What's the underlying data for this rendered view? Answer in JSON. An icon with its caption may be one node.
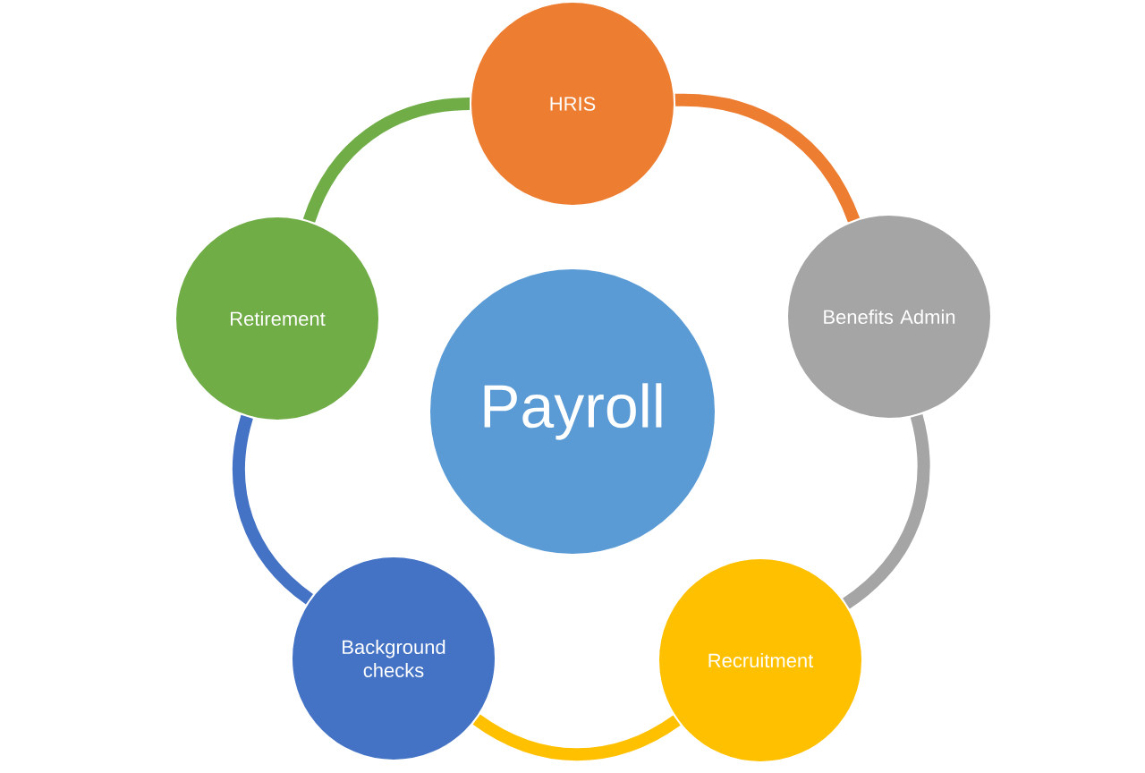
{
  "diagram": {
    "nodes": [
      {
        "text": [
          "Payroll"
        ]
      },
      {
        "text": [
          "HRIS"
        ]
      },
      {
        "text": [
          "Benefits Admin"
        ]
      },
      {
        "text": [
          "Recruitment"
        ]
      },
      {
        "text": [
          "Background checks"
        ]
      },
      {
        "text": [
          "Retirement"
        ]
      }
    ],
    "edges": [
      {
        "from": 1,
        "to": 2,
        "arrow": "none",
        "color": "#ed7d31"
      },
      {
        "from": 2,
        "to": 3,
        "arrow": "none",
        "color": "#a5a5a5"
      },
      {
        "from": 3,
        "to": 4,
        "arrow": "none",
        "color": "#ffc000"
      },
      {
        "from": 4,
        "to": 5,
        "arrow": "none",
        "color": "#4472c4"
      },
      {
        "from": 5,
        "to": 1,
        "arrow": "none",
        "color": "#70ad47"
      }
    ]
  }
}
